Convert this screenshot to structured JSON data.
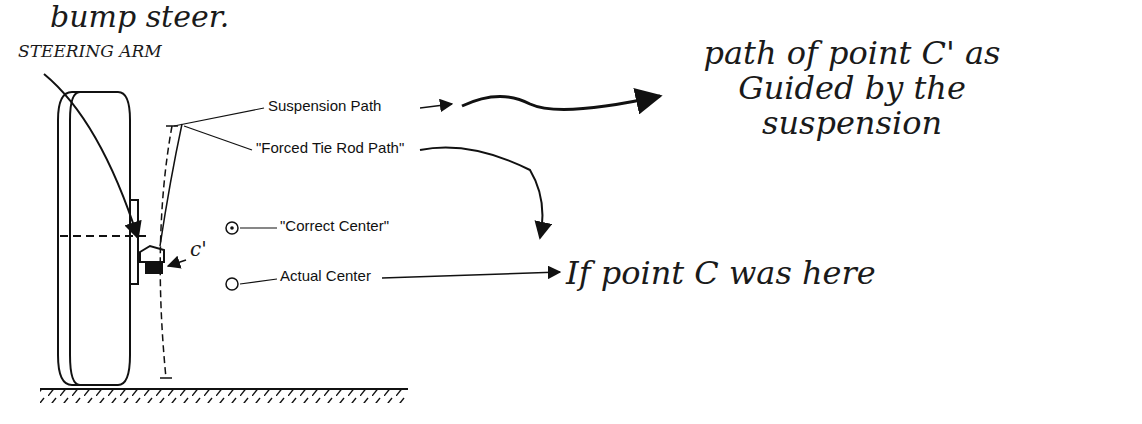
{
  "diagram": {
    "labels": [
      "bump steer.",
      "STEERING ARM",
      "Suspension Path",
      "\"Forced Tie Rod Path\"",
      "\"Correct Center\"",
      "Actual Center",
      "c'",
      "path of point C' as Guided by the suspension",
      "If point C was here"
    ]
  }
}
